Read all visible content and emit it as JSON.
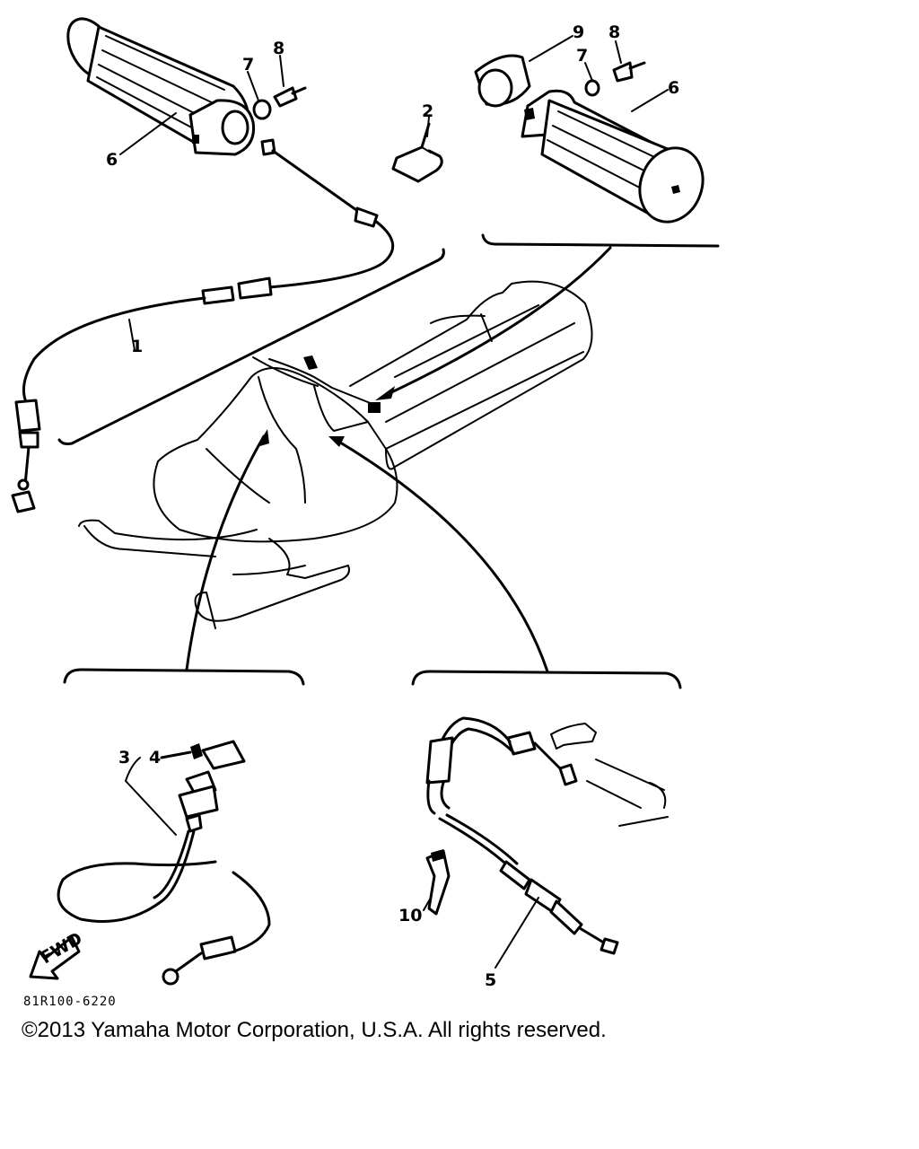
{
  "diagram": {
    "callouts": {
      "c1": "1",
      "c2": "2",
      "c3": "3",
      "c4": "4",
      "c5": "5",
      "c6a": "6",
      "c6b": "6",
      "c7a": "7",
      "c7b": "7",
      "c8a": "8",
      "c8b": "8",
      "c9": "9",
      "c10": "10"
    },
    "fwd_label": "FWD",
    "part_code": "81R100-6220"
  },
  "footer": {
    "copyright": "©2013 Yamaha Motor Corporation, U.S.A. All rights reserved."
  }
}
